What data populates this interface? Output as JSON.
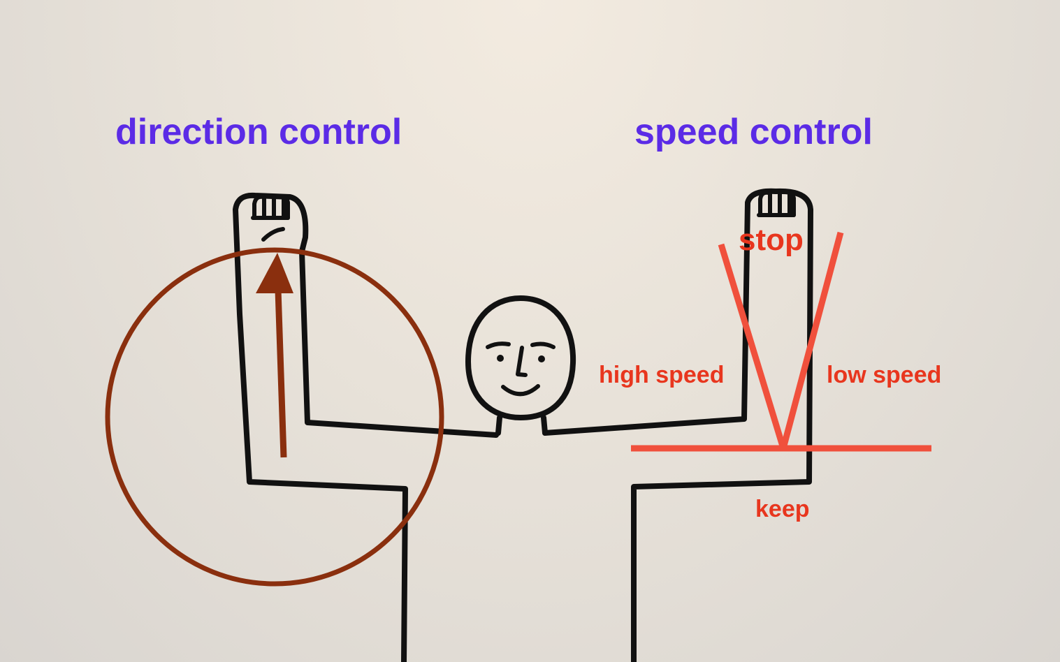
{
  "headings": {
    "direction": "direction control",
    "speed": "speed control"
  },
  "speed_labels": {
    "stop": "stop",
    "high": "high speed",
    "low": "low speed",
    "keep": "keep"
  },
  "colors": {
    "heading": "#5b2be6",
    "annotation": "#f0503c",
    "label": "#e8361e",
    "direction_marker": "#8a2f0e",
    "outline": "#111111"
  },
  "icons": {
    "figure": "stick-figure-raising-both-fists",
    "left_marker": "circle-with-up-arrow",
    "right_marker": "v-shape-over-horizontal-line"
  }
}
